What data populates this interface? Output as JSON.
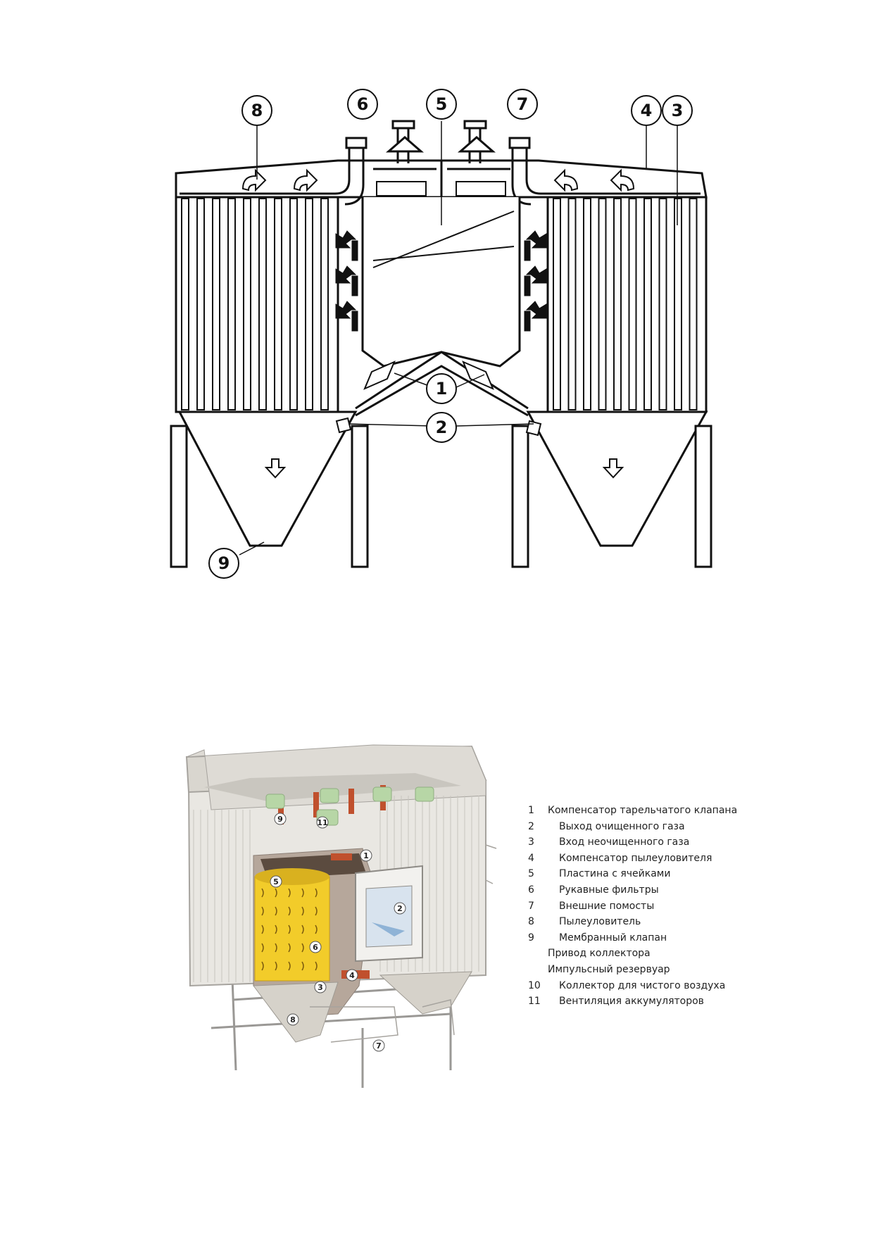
{
  "schematic": {
    "callouts": [
      "8",
      "6",
      "5",
      "7",
      "4",
      "3",
      "1",
      "2",
      "9"
    ]
  },
  "cutaway": {
    "callouts": [
      "1",
      "2",
      "3",
      "4",
      "5",
      "6",
      "7",
      "8",
      "9",
      "11"
    ]
  },
  "legend": {
    "items": [
      {
        "num": "1",
        "label": "Компенсатор тарельчатого клапана"
      },
      {
        "num": "2",
        "label": "Выход очищенного газа"
      },
      {
        "num": "3",
        "label": "Вход неочищенного газа"
      },
      {
        "num": "4",
        "label": "Компенсатор пылеуловителя"
      },
      {
        "num": "5",
        "label": "Пластина с ячейками"
      },
      {
        "num": "6",
        "label": "Рукавные фильтры"
      },
      {
        "num": "7",
        "label": "Внешние помосты"
      },
      {
        "num": "8",
        "label": "Пылеуловитель"
      },
      {
        "num": "9",
        "label": "Мембранный клапан"
      },
      {
        "num": "",
        "label": "Привод коллектора"
      },
      {
        "num": "",
        "label": "Импульсный резервуар"
      },
      {
        "num": "10",
        "label": "Коллектор для чистого воздуха"
      },
      {
        "num": "11",
        "label": "Вентиляция аккумуляторов"
      }
    ]
  },
  "colors": {
    "line": "#111111",
    "housing": "#e9e7e2",
    "filter_bags": "#f2cc2a",
    "valves": "#c0502d",
    "fittings": "#b7d6a6"
  }
}
